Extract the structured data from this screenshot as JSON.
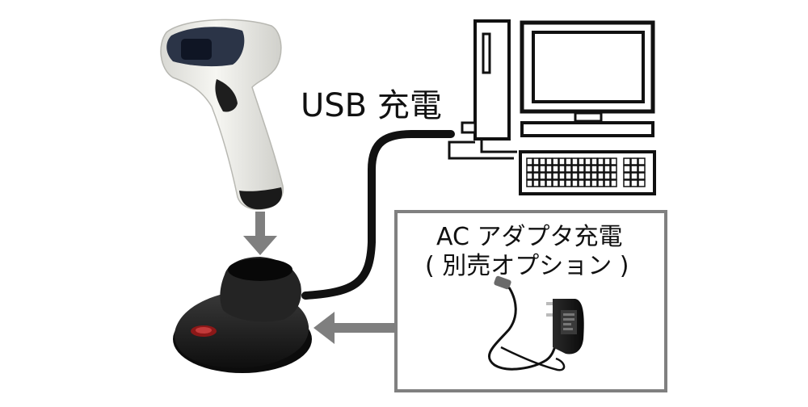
{
  "labels": {
    "usb_charge": "USB 充電",
    "ac_adapter_line1": "AC アダプタ充電",
    "ac_adapter_line2": "( 別売オプション )"
  },
  "colors": {
    "arrow": "#7f7f7f",
    "box_border": "#808080",
    "cable": "#111111",
    "scanner_body": "#efefeb",
    "cradle": "#1c1c1c"
  },
  "icons": [
    "barcode-scanner-icon",
    "charging-cradle-icon",
    "desktop-pc-icon",
    "ac-adapter-icon"
  ]
}
